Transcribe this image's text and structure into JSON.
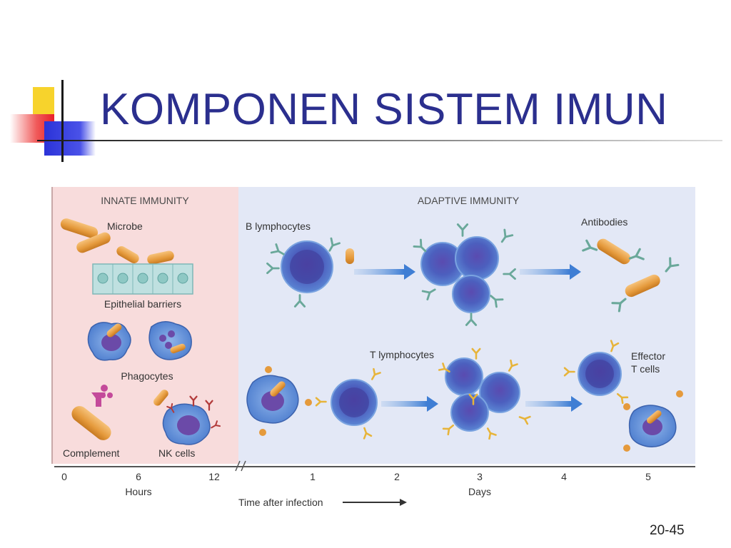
{
  "slide": {
    "title": "KOMPONEN SISTEM IMUN",
    "page_number": "20-45"
  },
  "figure": {
    "innate": {
      "header": "INNATE IMMUNITY",
      "labels": {
        "microbe": "Microbe",
        "epithelial": "Epithelial barriers",
        "phagocytes": "Phagocytes",
        "complement": "Complement",
        "nk": "NK cells"
      }
    },
    "adaptive": {
      "header": "ADAPTIVE IMMUNITY",
      "labels": {
        "b_lymph": "B lymphocytes",
        "antibodies": "Antibodies",
        "t_lymph": "T lymphocytes",
        "effector_1": "Effector",
        "effector_2": "T cells"
      }
    },
    "axis": {
      "hours_ticks": [
        "0",
        "6",
        "12"
      ],
      "days_ticks": [
        "1",
        "2",
        "3",
        "4",
        "5"
      ],
      "hours_label": "Hours",
      "days_label": "Days",
      "time_label": "Time after infection"
    }
  },
  "colors": {
    "title": "#2b2f8e",
    "innate_bg": "#f8dcdc",
    "adaptive_bg": "#e3e8f6",
    "cell_blue": "#4c6fc0",
    "microbe_orange": "#e59a3c",
    "antibody_green": "#6aa89a",
    "receptor_yellow": "#e7b43a"
  }
}
